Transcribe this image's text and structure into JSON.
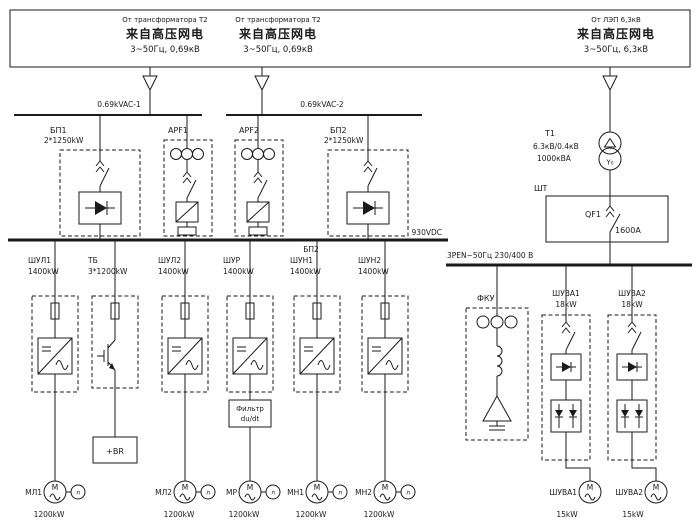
{
  "diagram": {
    "sources": [
      {
        "from": "От трансформатора Т2",
        "cn": "来自高压网电",
        "spec": "3~50Гц, 0,69кВ"
      },
      {
        "from": "От трансформатора Т2",
        "cn": "来自高压网电",
        "spec": "3~50Гц, 0,69кВ"
      },
      {
        "from": "От ЛЭП 6,3кВ",
        "cn": "来自高压网电",
        "spec": "3~50Гц, 6,3кВ"
      }
    ],
    "buses": {
      "ac1": "0.69kVAC-1",
      "ac2": "0.69kVAC-2",
      "dc": "930VDC",
      "dc_section": "БП2",
      "lv": "3PEN~50Гц 230/400 В"
    },
    "converters": {
      "bp1": {
        "name": "БП1",
        "rating": "2*1250kW"
      },
      "apf1": {
        "name": "APF1"
      },
      "apf2": {
        "name": "APF2"
      },
      "bp2": {
        "name": "БП2",
        "rating": "2*1250kW"
      }
    },
    "transformer": {
      "name": "Т1",
      "ratio": "6.3кВ/0.4кВ",
      "power": "1000кВА",
      "secondary": "Y₀"
    },
    "switchboard": {
      "name": "ШТ",
      "breaker": "QF1",
      "current": "1600А"
    },
    "feeders": [
      {
        "name": "ШУЛ1",
        "rating": "1400kW"
      },
      {
        "name": "ТБ",
        "rating": "3*1200kW"
      },
      {
        "name": "ШУЛ2",
        "rating": "1400kW"
      },
      {
        "name": "ШУР",
        "rating": "1400kW"
      },
      {
        "name": "ШУН1",
        "rating": "1400kW"
      },
      {
        "name": "ШУН2",
        "rating": "1400kW"
      }
    ],
    "dudt_filter": {
      "line1": "Фильтр",
      "line2": "du/dt"
    },
    "brake_resistor": "+BR",
    "fku": {
      "name": "ФКУ"
    },
    "shuva_drives": [
      {
        "name": "ШУВА1",
        "rating": "18kW"
      },
      {
        "name": "ШУВА2",
        "rating": "18kW"
      }
    ],
    "motors": [
      {
        "name": "МЛ1",
        "rating": "1200kW"
      },
      {
        "name": "МЛ2",
        "rating": "1200kW"
      },
      {
        "name": "МР",
        "rating": "1200kW"
      },
      {
        "name": "МН1",
        "rating": "1200kW"
      },
      {
        "name": "МН2",
        "rating": "1200kW"
      }
    ],
    "shuva_motors": [
      {
        "name": "ШУВА1",
        "rating": "15kW"
      },
      {
        "name": "ШУВА2",
        "rating": "15kW"
      }
    ],
    "glyphs": {
      "motor": "М",
      "encoder": "л"
    }
  }
}
